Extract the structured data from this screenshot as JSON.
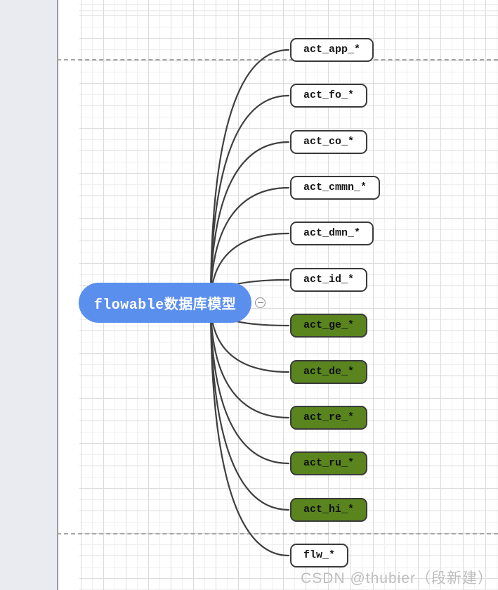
{
  "root": {
    "label": "flowable数据库模型"
  },
  "collapse": {
    "icon": "minus-in-circle"
  },
  "children": [
    {
      "label": "act_app_*",
      "variant": "white"
    },
    {
      "label": "act_fo_*",
      "variant": "white"
    },
    {
      "label": "act_co_*",
      "variant": "white"
    },
    {
      "label": "act_cmmn_*",
      "variant": "white"
    },
    {
      "label": "act_dmn_*",
      "variant": "white"
    },
    {
      "label": "act_id_*",
      "variant": "white"
    },
    {
      "label": "act_ge_*",
      "variant": "green"
    },
    {
      "label": "act_de_*",
      "variant": "green"
    },
    {
      "label": "act_re_*",
      "variant": "green"
    },
    {
      "label": "act_ru_*",
      "variant": "green"
    },
    {
      "label": "act_hi_*",
      "variant": "green"
    },
    {
      "label": "flw_*",
      "variant": "white"
    }
  ],
  "watermark": {
    "text": "CSDN @thubier（段新建）"
  },
  "colors": {
    "root_fill": "#5a8fee",
    "green_fill": "#59841e",
    "node_border": "#3a3a3a",
    "edge": "#404040"
  }
}
